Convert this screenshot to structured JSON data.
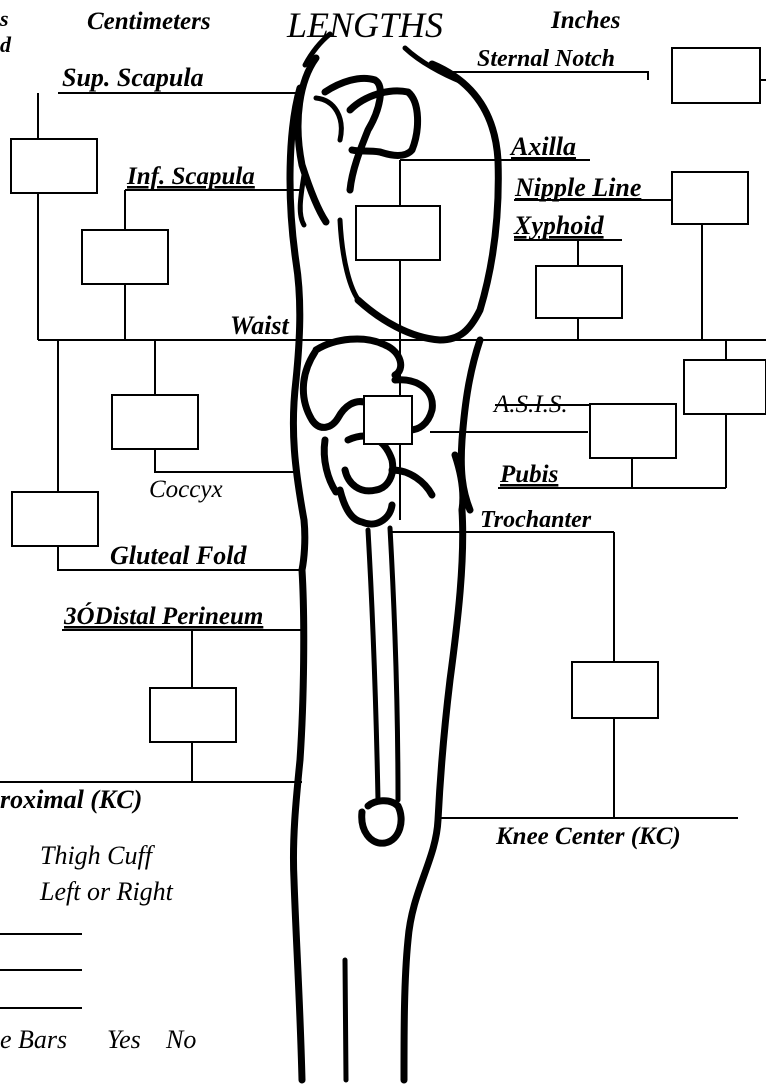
{
  "header": {
    "title": "LENGTHS",
    "left_unit": "Centimeters",
    "right_unit": "Inches",
    "cut_top_left_1": "s",
    "cut_top_left_2": "d"
  },
  "landmarks": {
    "sup_scapula": "Sup. Scapula",
    "sternal_notch": "Sternal Notch",
    "axilla": "Axilla",
    "inf_scapula": "Inf. Scapula",
    "nipple_line": "Nipple Line",
    "xyphoid": "Xyphoid",
    "waist": "Waist",
    "asis": "A.S.I.S.",
    "coccyx": "Coccyx",
    "pubis": "Pubis",
    "trochanter": "Trochanter",
    "gluteal_fold": "Gluteal Fold",
    "distal_perineum": "3ÓDistal Perineum",
    "proximal_kc": "roximal (KC)",
    "knee_center": "Knee Center (KC)"
  },
  "thigh_cuff": {
    "title": "Thigh Cuff",
    "side": "Left or Right"
  },
  "bars": {
    "label": "e Bars",
    "yes": "Yes",
    "no": "No"
  }
}
